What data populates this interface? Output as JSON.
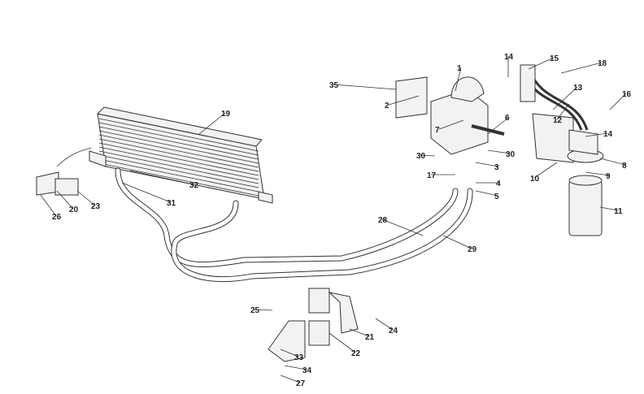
{
  "diagram": {
    "type": "exploded parts diagram",
    "callouts": [
      "35",
      "2",
      "1",
      "7",
      "6",
      "14",
      "15",
      "18",
      "13",
      "16",
      "12",
      "14",
      "8",
      "9",
      "10",
      "11",
      "30",
      "30",
      "3",
      "17",
      "4",
      "5",
      "19",
      "32",
      "31",
      "28",
      "29",
      "26",
      "20",
      "23",
      "25",
      "21",
      "24",
      "22",
      "33",
      "34",
      "27"
    ]
  }
}
